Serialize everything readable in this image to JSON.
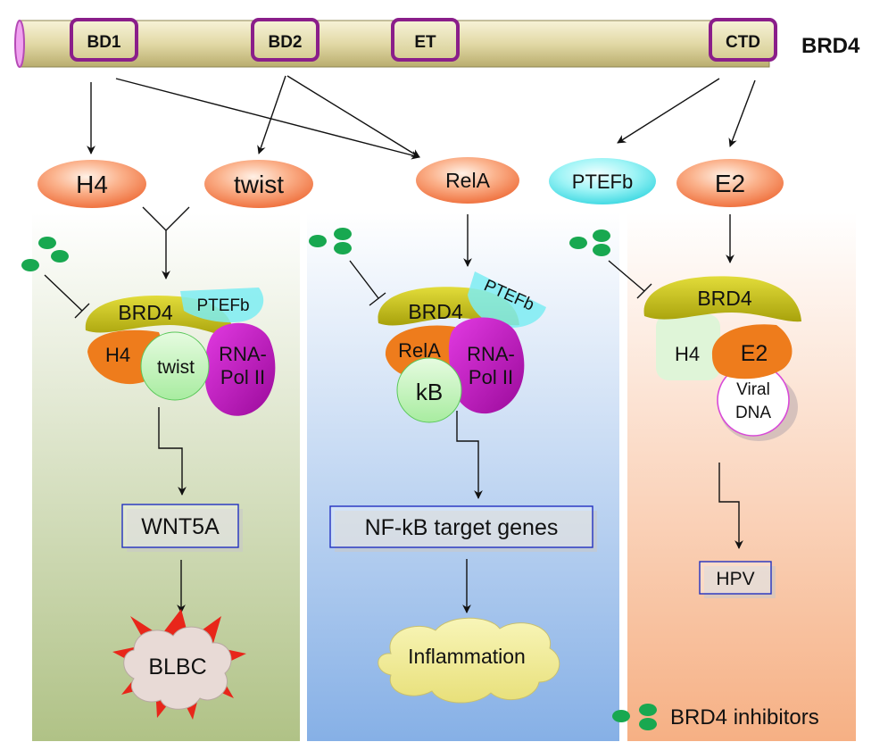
{
  "protein": {
    "name": "BRD4",
    "domains": [
      "BD1",
      "BD2",
      "ET",
      "CTD"
    ]
  },
  "partners": {
    "h4": "H4",
    "twist": "twist",
    "rela": "RelA",
    "ptefb": "PTEFb",
    "e2": "E2"
  },
  "panel1": {
    "complex": {
      "brd4": "BRD4",
      "ptefb": "PTEFb",
      "h4": "H4",
      "twist": "twist",
      "polii_line1": "RNA-",
      "polii_line2": "Pol II"
    },
    "target": "WNT5A",
    "outcome": "BLBC"
  },
  "panel2": {
    "complex": {
      "brd4": "BRD4",
      "ptefb": "PTEFb",
      "rela": "RelA",
      "kb": "kB",
      "polii_line1": "RNA-",
      "polii_line2": "Pol II"
    },
    "target": "NF-kB target genes",
    "outcome": "Inflammation"
  },
  "panel3": {
    "complex": {
      "brd4": "BRD4",
      "h4": "H4",
      "e2": "E2",
      "dna_line1": "Viral",
      "dna_line2": "DNA"
    },
    "target": "HPV"
  },
  "legend": {
    "inhibitors": "BRD4 inhibitors"
  },
  "colors": {
    "bar": "#e4dcae",
    "domain_border": "#8a1e8a",
    "partner_orange": "#f07a45",
    "ptefb_cyan": "#62e8ee",
    "brd4_olive": "#c9c414",
    "h4_orange": "#ee7c1c",
    "twist_green": "#c8f5c0",
    "polii_magenta": "#c012c0",
    "inhibitor_green": "#18a850",
    "panel_green": "#b4c48a",
    "panel_blue": "#8ab4e8",
    "panel_orange": "#f6b488",
    "gene_box": "#2230c0"
  }
}
